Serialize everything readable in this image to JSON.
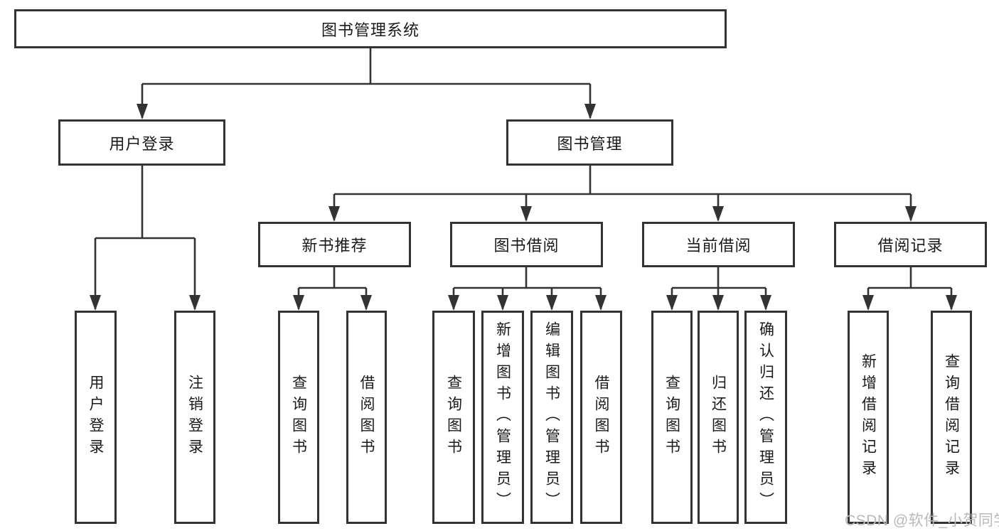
{
  "tree": {
    "label": "图书管理系统",
    "children": [
      {
        "label": "用户登录",
        "children": [
          {
            "label": "用户登录"
          },
          {
            "label": "注销登录"
          }
        ]
      },
      {
        "label": "图书管理",
        "children": [
          {
            "label": "新书推荐",
            "children": [
              {
                "label": "查询图书"
              },
              {
                "label": "借阅图书"
              }
            ]
          },
          {
            "label": "图书借阅",
            "children": [
              {
                "label": "查询图书"
              },
              {
                "label": "新增图书（管理员）"
              },
              {
                "label": "编辑图书（管理员）"
              },
              {
                "label": "借阅图书"
              }
            ]
          },
          {
            "label": "当前借阅",
            "children": [
              {
                "label": "查询图书"
              },
              {
                "label": "归还图书"
              },
              {
                "label": "确认归还（管理员）"
              }
            ]
          },
          {
            "label": "借阅记录",
            "children": [
              {
                "label": "新增借阅记录"
              },
              {
                "label": "查询借阅记录"
              }
            ]
          }
        ]
      }
    ]
  },
  "watermark": {
    "text": "CSDN @软件_小贺同学",
    "color": "#b9b9b9"
  },
  "colors": {
    "line": "#333333",
    "box_border": "#333333",
    "background": "#ffffff",
    "text": "#1a1a1a"
  }
}
